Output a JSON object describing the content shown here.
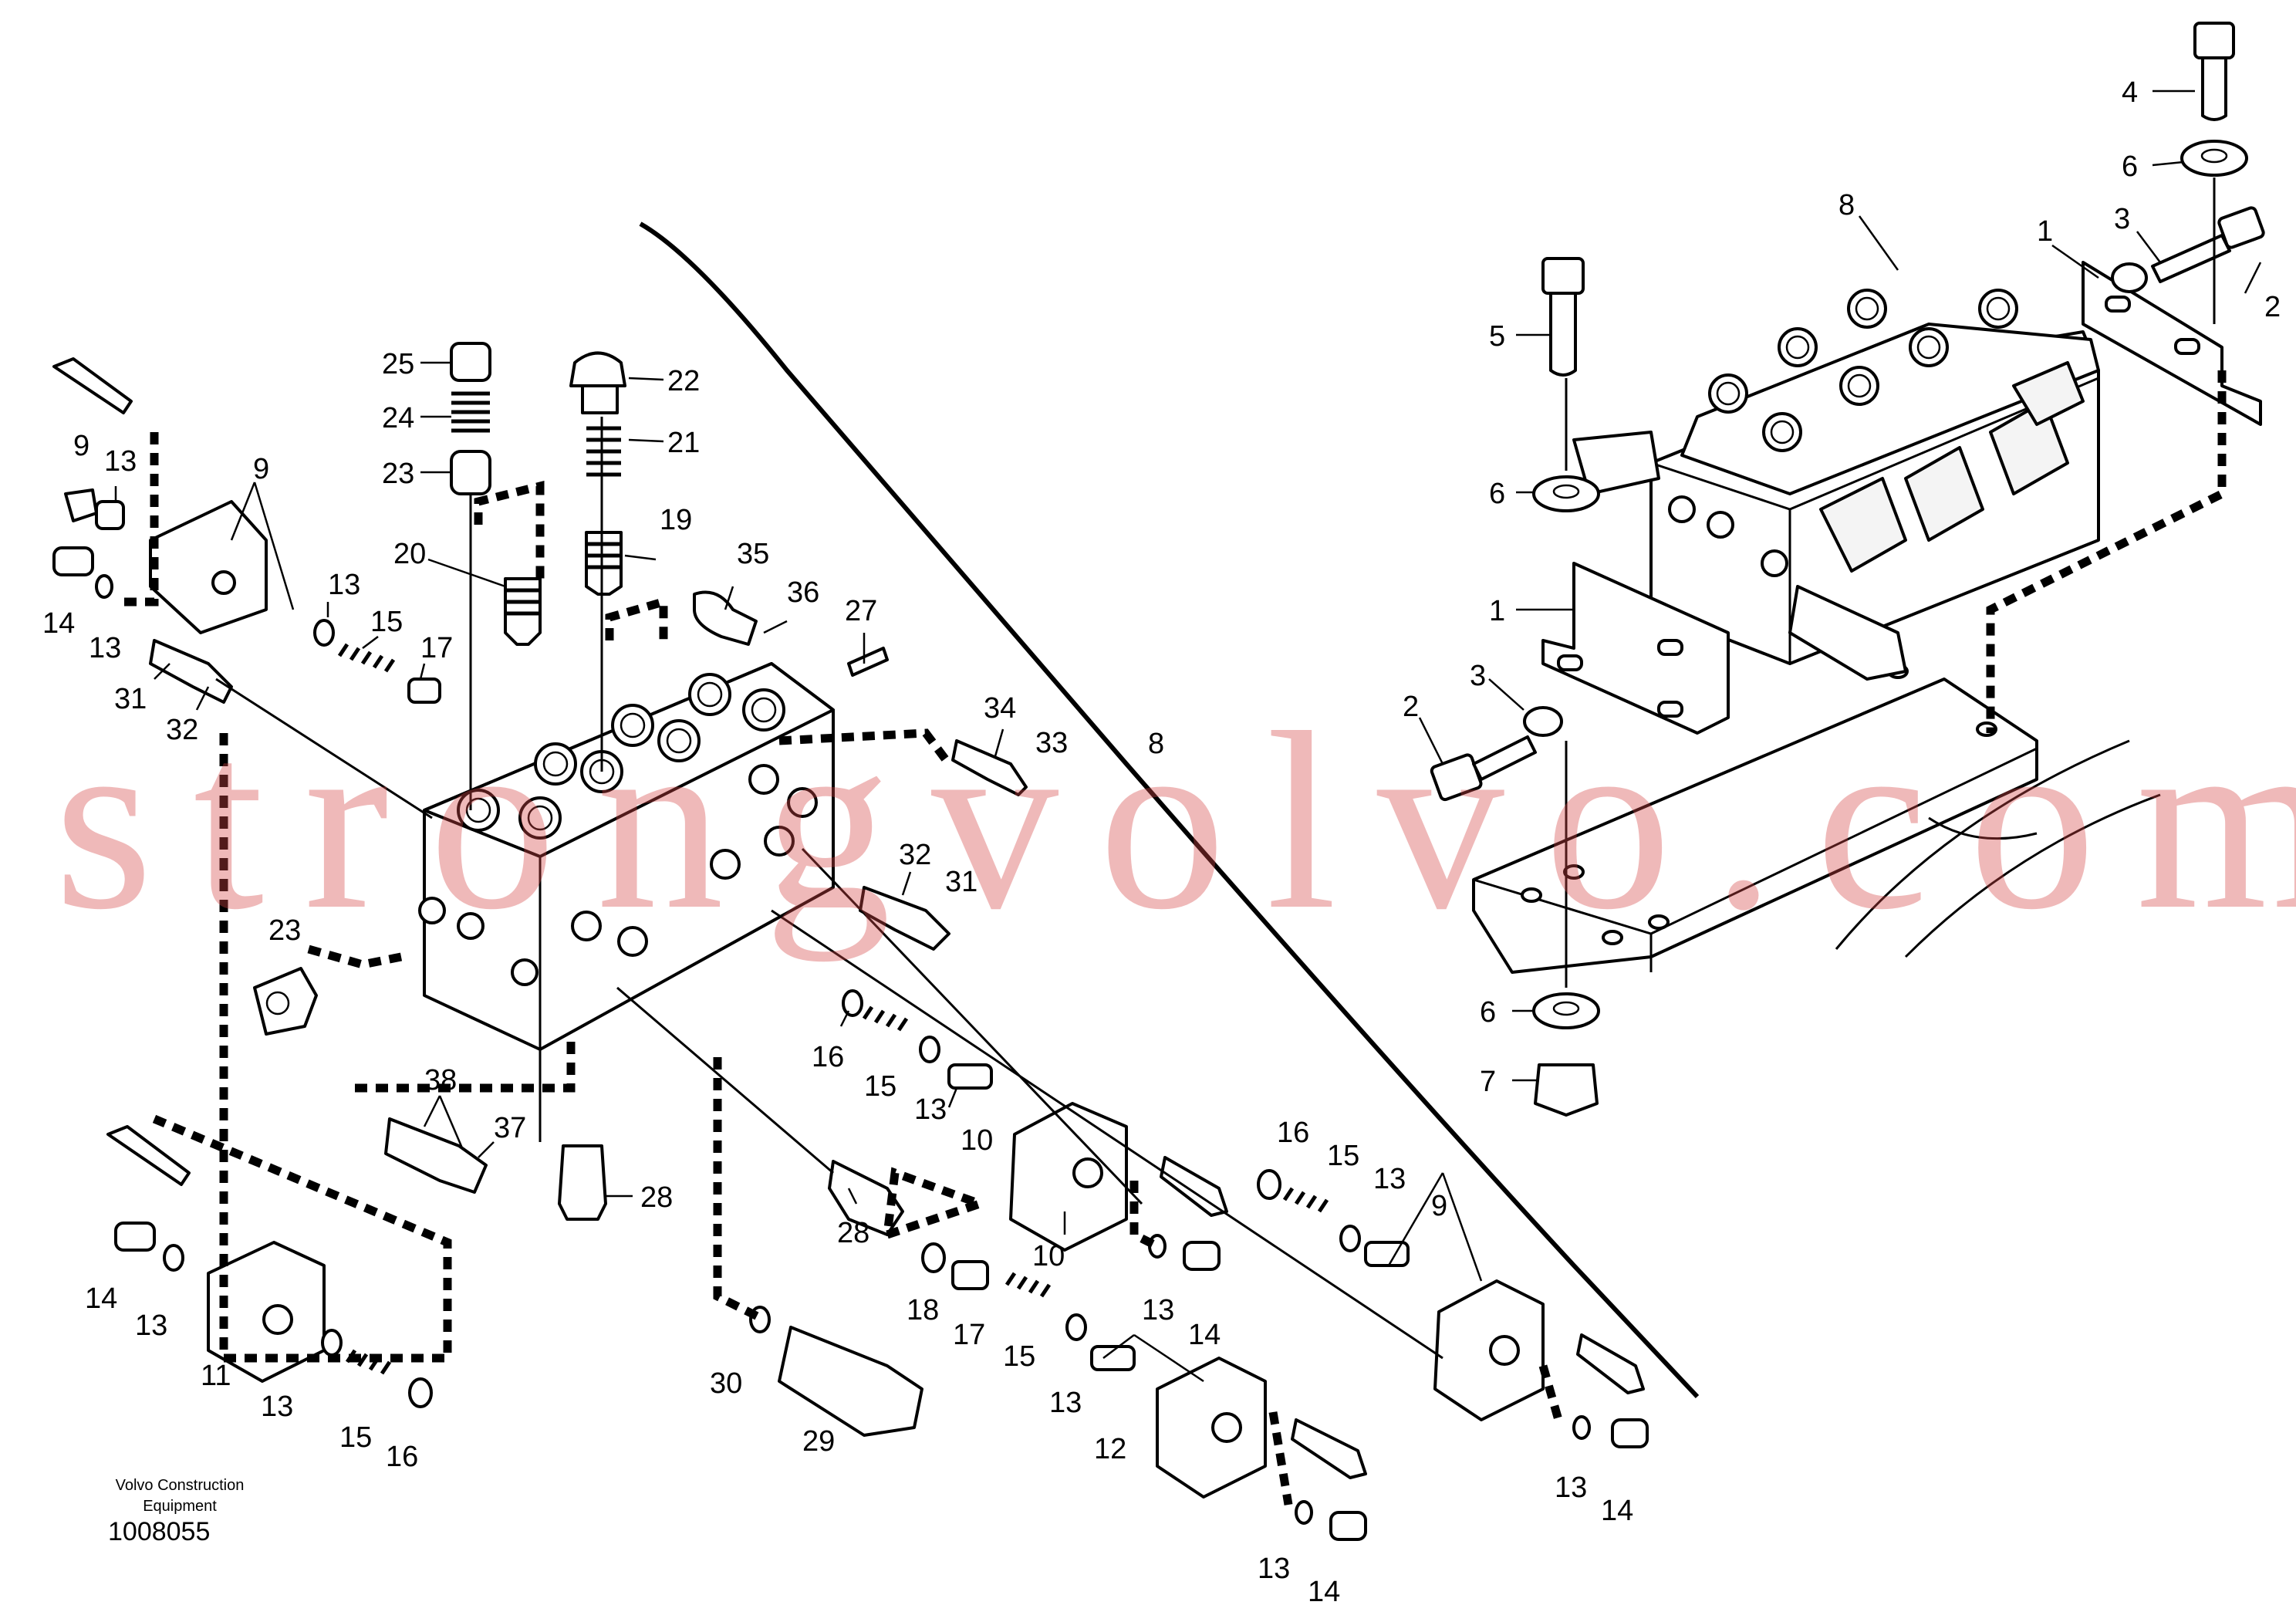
{
  "watermark": "strongvolvo.com",
  "footer": {
    "company": "Volvo Construction Equipment",
    "drawing_number": "1008055"
  },
  "callouts": [
    {
      "id": "c-4a",
      "text": "4"
    },
    {
      "id": "c-6a",
      "text": "6"
    },
    {
      "id": "c-8a",
      "text": "8"
    },
    {
      "id": "c-1a",
      "text": "1"
    },
    {
      "id": "c-3a",
      "text": "3"
    },
    {
      "id": "c-2a",
      "text": "2"
    },
    {
      "id": "c-5a",
      "text": "5"
    },
    {
      "id": "c-6b",
      "text": "6"
    },
    {
      "id": "c-1b",
      "text": "1"
    },
    {
      "id": "c-3b",
      "text": "3"
    },
    {
      "id": "c-2b",
      "text": "2"
    },
    {
      "id": "c-6c",
      "text": "6"
    },
    {
      "id": "c-7a",
      "text": "7"
    },
    {
      "id": "c-8b",
      "text": "8"
    },
    {
      "id": "c-25",
      "text": "25"
    },
    {
      "id": "c-22",
      "text": "22"
    },
    {
      "id": "c-24",
      "text": "24"
    },
    {
      "id": "c-21",
      "text": "21"
    },
    {
      "id": "c-23a",
      "text": "23"
    },
    {
      "id": "c-20",
      "text": "20"
    },
    {
      "id": "c-19",
      "text": "19"
    },
    {
      "id": "c-35",
      "text": "35"
    },
    {
      "id": "c-36",
      "text": "36"
    },
    {
      "id": "c-27",
      "text": "27"
    },
    {
      "id": "c-9a",
      "text": "9"
    },
    {
      "id": "c-13a",
      "text": "13"
    },
    {
      "id": "c-9b",
      "text": "9"
    },
    {
      "id": "c-14a",
      "text": "14"
    },
    {
      "id": "c-13b",
      "text": "13"
    },
    {
      "id": "c-13c",
      "text": "13"
    },
    {
      "id": "c-15a",
      "text": "15"
    },
    {
      "id": "c-17a",
      "text": "17"
    },
    {
      "id": "c-31a",
      "text": "31"
    },
    {
      "id": "c-32a",
      "text": "32"
    },
    {
      "id": "c-34",
      "text": "34"
    },
    {
      "id": "c-33",
      "text": "33"
    },
    {
      "id": "c-32b",
      "text": "32"
    },
    {
      "id": "c-31b",
      "text": "31"
    },
    {
      "id": "c-23b",
      "text": "23"
    },
    {
      "id": "c-16a",
      "text": "16"
    },
    {
      "id": "c-15b",
      "text": "15"
    },
    {
      "id": "c-13d",
      "text": "13"
    },
    {
      "id": "c-10a",
      "text": "10"
    },
    {
      "id": "c-38",
      "text": "38"
    },
    {
      "id": "c-37",
      "text": "37"
    },
    {
      "id": "c-28a",
      "text": "28"
    },
    {
      "id": "c-28b",
      "text": "28"
    },
    {
      "id": "c-10b",
      "text": "10"
    },
    {
      "id": "c-16b",
      "text": "16"
    },
    {
      "id": "c-15c",
      "text": "15"
    },
    {
      "id": "c-13e",
      "text": "13"
    },
    {
      "id": "c-9c",
      "text": "9"
    },
    {
      "id": "c-14b",
      "text": "14"
    },
    {
      "id": "c-13f",
      "text": "13"
    },
    {
      "id": "c-11",
      "text": "11"
    },
    {
      "id": "c-13g",
      "text": "13"
    },
    {
      "id": "c-15d",
      "text": "15"
    },
    {
      "id": "c-16c",
      "text": "16"
    },
    {
      "id": "c-18",
      "text": "18"
    },
    {
      "id": "c-17b",
      "text": "17"
    },
    {
      "id": "c-13h",
      "text": "13"
    },
    {
      "id": "c-14c",
      "text": "14"
    },
    {
      "id": "c-30",
      "text": "30"
    },
    {
      "id": "c-29",
      "text": "29"
    },
    {
      "id": "c-15e",
      "text": "15"
    },
    {
      "id": "c-13i",
      "text": "13"
    },
    {
      "id": "c-12",
      "text": "12"
    },
    {
      "id": "c-13j",
      "text": "13"
    },
    {
      "id": "c-14d",
      "text": "14"
    },
    {
      "id": "c-13k",
      "text": "13"
    },
    {
      "id": "c-14e",
      "text": "14"
    }
  ]
}
